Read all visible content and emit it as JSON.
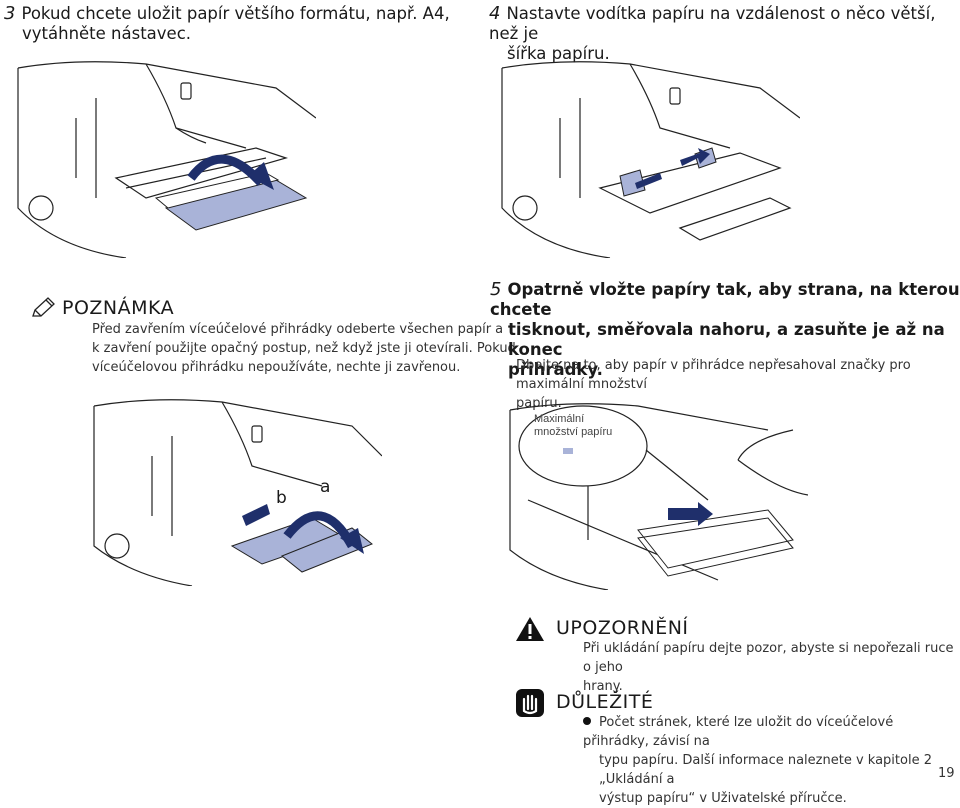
{
  "step3": {
    "number": "3",
    "line1": "Pokud chcete uložit papír většího formátu, např. A4,",
    "line2": "vytáhněte nástavec."
  },
  "step4": {
    "number": "4",
    "line1": "Nastavte vodítka papíru na vzdálenost o něco větší, než je",
    "line2": "šířka papíru."
  },
  "note": {
    "title": "POZNÁMKA",
    "lines": [
      "Před zavřením víceúčelové přihrádky odeberte všechen papír a",
      "k zavření použijte opačný postup, než když jste ji otevírali. Pokud",
      "víceúčelovou přihrádku nepoužíváte, nechte ji zavřenou."
    ]
  },
  "step5": {
    "number": "5",
    "line1": "Opatrně vložte papíry tak, aby strana, na kterou chcete",
    "line2": "tisknout, směřovala nahoru, a zasuňte je až na konec",
    "line3": "přihrádky.",
    "sub1": "Dbejte na to, aby papír v přihrádce nepřesahoval značky pro maximální množství",
    "sub2": "papíru."
  },
  "figure_labels": {
    "label_b": "b",
    "label_a": "a",
    "callout_line1": "Maximální",
    "callout_line2": "množství papíru"
  },
  "caution": {
    "title": "UPOZORNĚNÍ",
    "line1": "Při ukládání papíru dejte pozor, abyste si nepořezali ruce o jeho",
    "line2": "hrany."
  },
  "important": {
    "title": "DŮLEŽITÉ",
    "line1": "Počet stránek, které lze uložit do víceúčelové přihrádky, závisí na",
    "line2": "typu papíru. Další informace naleznete v kapitole 2 „Ukládání a",
    "line3": "výstup papíru“ v Uživatelské příručce."
  },
  "page_number": "19",
  "colors": {
    "highlight": "#a9b3d8",
    "arrow": "#1f2f6b"
  }
}
